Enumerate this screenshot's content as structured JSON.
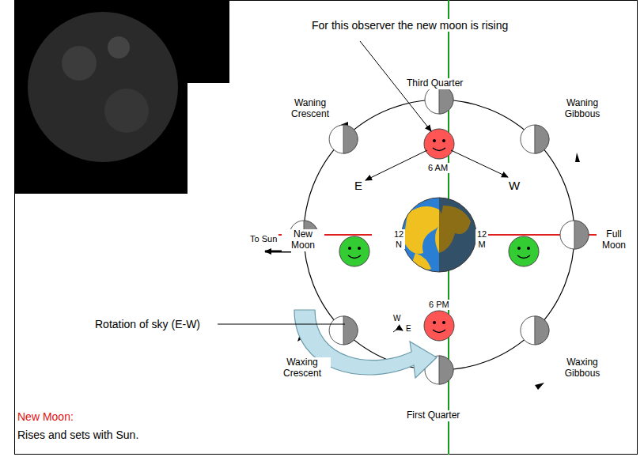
{
  "diagram": {
    "labels": [
      "For this observer the new moon is rising",
      "Third Quarter",
      "Waning Crescent",
      "Waning Gibbous",
      "E",
      "W",
      "6 AM",
      "To Sun",
      "New Moon",
      "12 N",
      "12 M",
      "Full Moon",
      "W",
      "E",
      "6 PM",
      "Rotation of sky (E-W)",
      "Waxing Crescent",
      "Waxing Gibbous",
      "First Quarter",
      "New Moon:",
      "Rises and sets with Sun."
    ]
  }
}
